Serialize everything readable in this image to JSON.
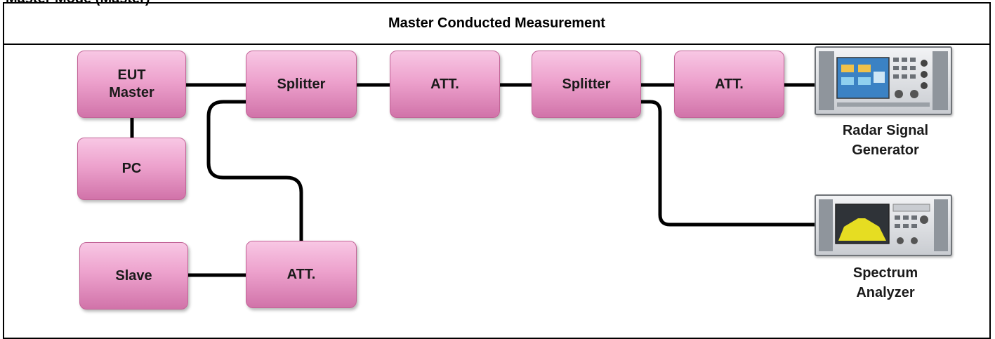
{
  "page": {
    "top_caption": "Master Mode (Master)"
  },
  "diagram": {
    "title": "Master Conducted Measurement",
    "blocks": {
      "eut_master": "EUT\nMaster",
      "pc": "PC",
      "slave": "Slave",
      "splitter_1": "Splitter",
      "att_1": "ATT.",
      "splitter_2": "Splitter",
      "att_2": "ATT.",
      "att_slave": "ATT."
    },
    "devices": {
      "radar_signal_generator": "Radar Signal\nGenerator",
      "spectrum_analyzer": "Spectrum\nAnalyzer"
    },
    "colors": {
      "block_fill": "#eda2cd",
      "wire": "#000000"
    }
  }
}
